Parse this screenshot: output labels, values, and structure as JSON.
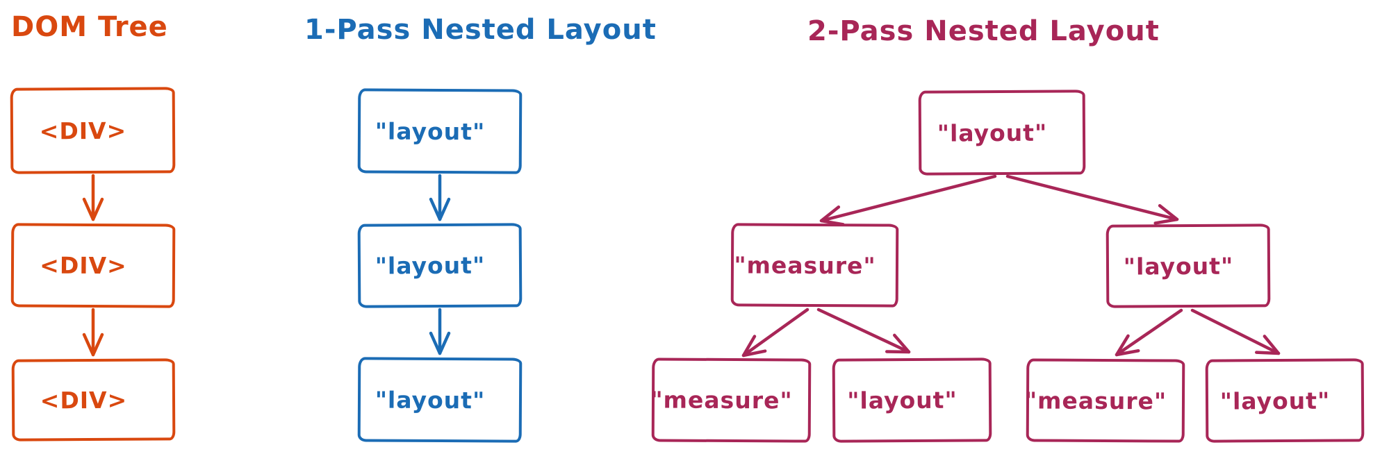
{
  "colors": {
    "dom_tree": "#d9480f",
    "one_pass": "#1b6cb5",
    "two_pass": "#a82657"
  },
  "panels": [
    {
      "id": "dom-tree",
      "title": "DOM Tree",
      "nodes": [
        "<DIV>",
        "<DIV>",
        "<DIV>"
      ]
    },
    {
      "id": "one-pass-nested-layout",
      "title": "1-Pass Nested Layout",
      "nodes": [
        "\"layout\"",
        "\"layout\"",
        "\"layout\""
      ]
    },
    {
      "id": "two-pass-nested-layout",
      "title": "2-Pass Nested Layout",
      "tree": {
        "root": "\"layout\"",
        "children": [
          "\"measure\"",
          "\"layout\""
        ],
        "grandchildren": [
          "\"measure\"",
          "\"layout\"",
          "\"measure\"",
          "\"layout\""
        ]
      }
    }
  ]
}
